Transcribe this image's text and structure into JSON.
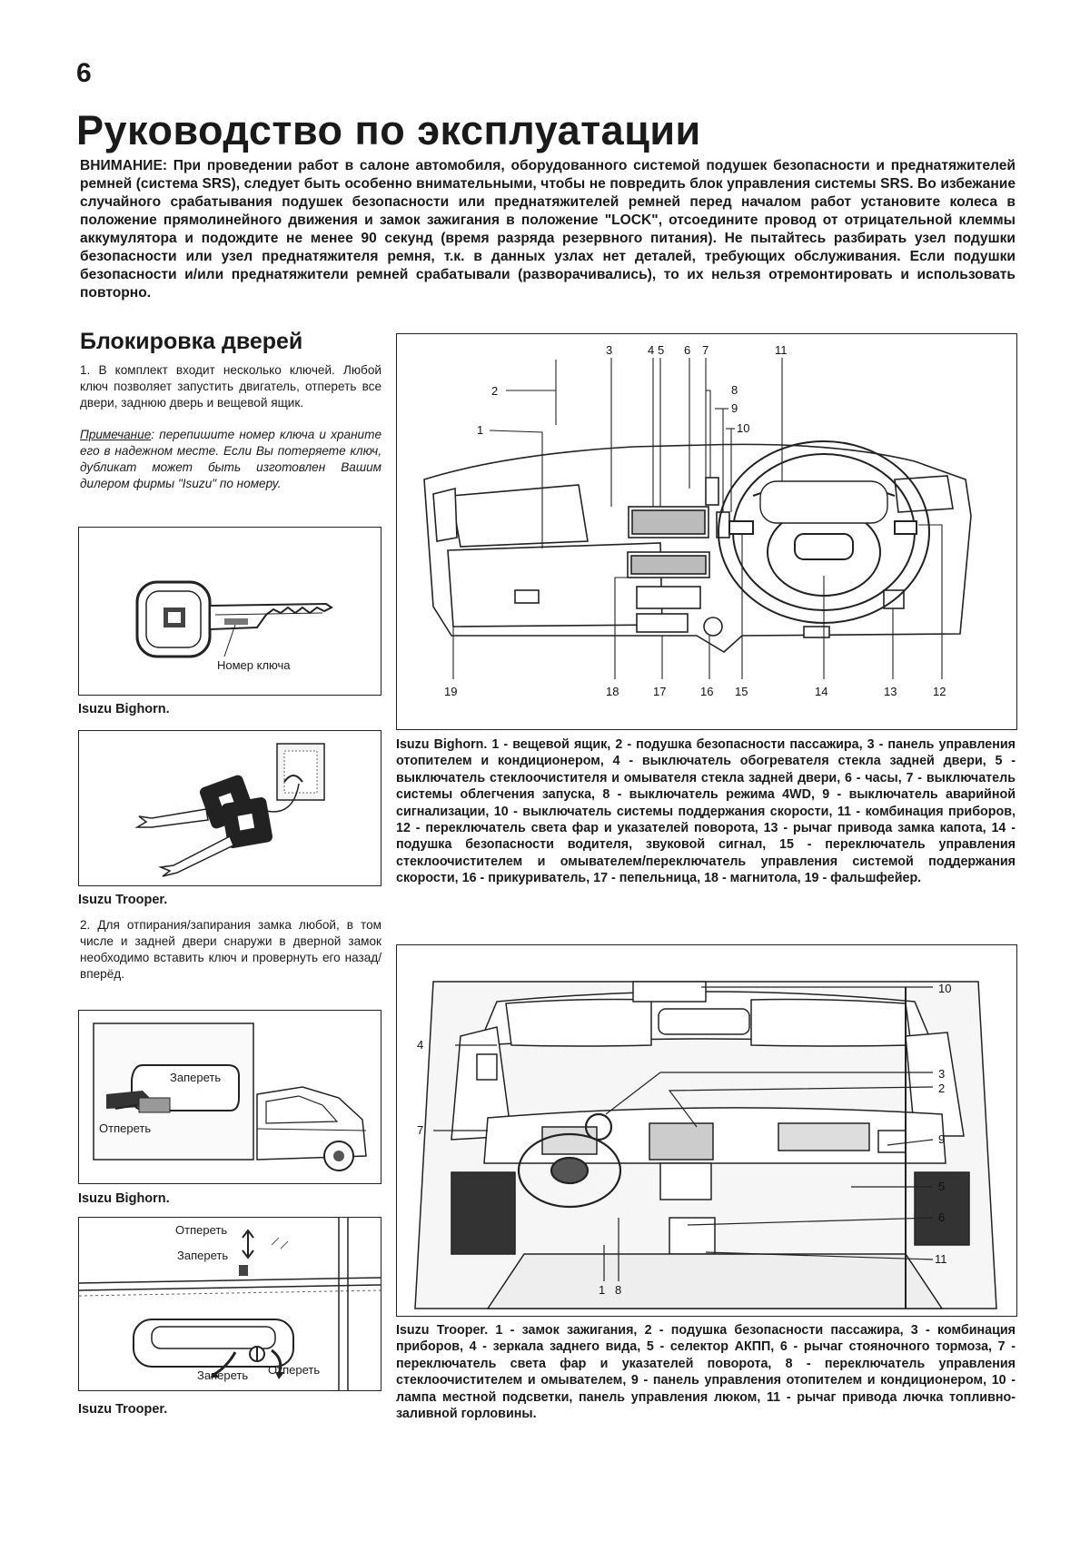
{
  "page": {
    "number": "6",
    "title": "Руководство по эксплуатации",
    "warning": "ВНИМАНИЕ: При проведении работ в салоне автомобиля, оборудованного системой подушек безопасности и преднатяжителей ремней (система SRS), следует быть особенно внимательными, чтобы не повредить блок управления системы SRS. Во избежание случайного срабатывания подушек безопасности или преднатяжителей ремней перед началом работ установите колеса в положение прямолинейного движения и замок зажигания в положение \"LOCK\", отсоедините провод от отрицательной клеммы аккумулятора и подождите не менее 90 секунд (время разряда резервного питания). Не пытайтесь разбирать узел подушки безопасности или узел преднатяжителя ремня, т.к. в данных узлах нет деталей, требующих обслуживания. Если подушки безопасности и/или преднатяжители ремней срабатывали (разворачивались), то их нельзя отремонтировать и использовать повторно."
  },
  "section": {
    "heading": "Блокировка дверей",
    "para1": "1. В комплект входит несколько ключей. Любой ключ позволяет запустить двигатель, отпереть все двери, заднюю дверь и вещевой ящик.",
    "note_label": "Примечание",
    "note_text": ": перепишите номер ключа и храните его в надежном месте. Если Вы потеряете ключ, дубликат может быть изготовлен Вашим дилером фирмы \"Isuzu\" по номеру.",
    "para2": "2. Для отпирания/запирания замка любой, в том числе и задней двери снаружи в дверной замок необходимо вставить ключ и провернуть его назад/вперёд."
  },
  "figures": {
    "key_bighorn": {
      "caption": "Isuzu Bighorn.",
      "label": "Номер ключа"
    },
    "key_trooper": {
      "caption": "Isuzu Trooper."
    },
    "door_bighorn": {
      "caption": "Isuzu Bighorn.",
      "lock": "Запереть",
      "unlock": "Отпереть"
    },
    "door_trooper": {
      "caption": "Isuzu Trooper.",
      "unlock_top": "Отпереть",
      "lock_top": "Запереть",
      "lock_bottom": "Запереть",
      "unlock_bottom": "Отпереть"
    }
  },
  "dashboard_bighorn": {
    "caption": "Isuzu Bighorn. 1 - вещевой ящик, 2 - подушка безопасности пассажира, 3 - панель управления отопителем и кондиционером, 4 - выключатель обогревателя стекла задней двери, 5 - выключатель стеклоочистителя и омывателя стекла задней двери, 6 - часы, 7 - выключатель системы облегчения запуска, 8 - выключатель режима 4WD, 9 - выключатель аварийной сигнализации, 10 - выключатель системы поддержания скорости, 11 - комбинация приборов, 12 - переключатель света фар и указателей поворота, 13 - рычаг привода замка капота, 14 - подушка безопасности водителя, звуковой сигнал, 15 - переключатель управления стеклоочистителем и омывателем/переключатель управления системой поддержания скорости, 16 - прикуриватель, 17 - пепельница, 18 - магнитола, 19 - фальшфейер.",
    "callouts": {
      "n1": "1",
      "n2": "2",
      "n3": "3",
      "n4": "4",
      "n5": "5",
      "n6": "6",
      "n7": "7",
      "n8": "8",
      "n9": "9",
      "n10": "10",
      "n11": "11",
      "n12": "12",
      "n13": "13",
      "n14": "14",
      "n15": "15",
      "n16": "16",
      "n17": "17",
      "n18": "18",
      "n19": "19"
    }
  },
  "dashboard_trooper": {
    "caption": "Isuzu Trooper. 1 - замок зажигания, 2 - подушка безопасности пассажира, 3 - комбинация приборов, 4 - зеркала заднего вида, 5 - селектор АКПП, 6 - рычаг стояночного тормоза, 7 - переключатель света фар и указателей поворота, 8 - переключатель управления стеклоочистителем и омывателем, 9 - панель управления отопителем и кондиционером, 10 - лампа местной подсветки, панель управления люком, 11 - рычаг привода лючка топливно-заливной горловины.",
    "callouts": {
      "n1": "1",
      "n2": "2",
      "n3": "3",
      "n4": "4",
      "n5": "5",
      "n6": "6",
      "n7": "7",
      "n8": "8",
      "n9": "9",
      "n10": "10",
      "n11": "11"
    }
  }
}
